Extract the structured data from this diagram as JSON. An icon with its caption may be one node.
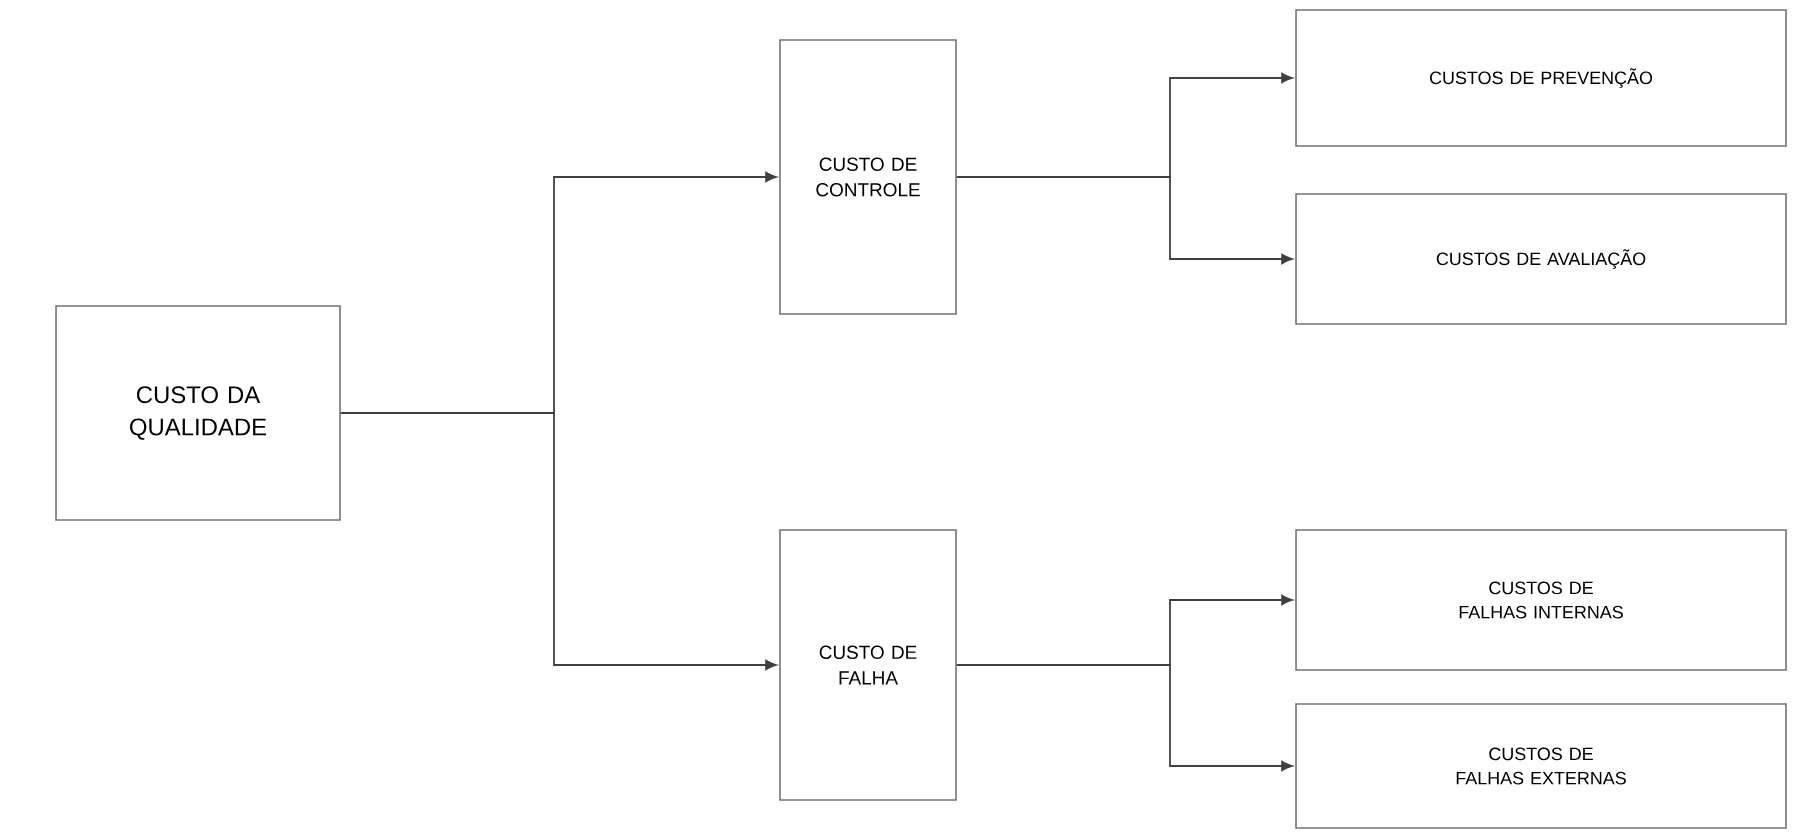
{
  "diagram": {
    "nodes": [
      {
        "text": [
          "CUSTO DA QUALIDADE"
        ]
      },
      {
        "text": [
          "CUSTO DE CONTROLE"
        ]
      },
      {
        "text": [
          "CUSTO DE FALHA"
        ]
      },
      {
        "text": [
          "CUSTOS DE PREVENÇÃO"
        ]
      },
      {
        "text": [
          "CUSTOS DE AVALIAÇÃO"
        ]
      },
      {
        "text": [
          "CUSTOS DE FALHAS INTERNAS"
        ]
      },
      {
        "text": [
          "CUSTOS DE FALHAS EXTERNAS"
        ]
      }
    ],
    "edges": [
      {
        "from": 0,
        "to": 1,
        "arrow": "to"
      },
      {
        "from": 0,
        "to": 2,
        "arrow": "to"
      },
      {
        "from": 1,
        "to": 3,
        "arrow": "to"
      },
      {
        "from": 1,
        "to": 4,
        "arrow": "to"
      },
      {
        "from": 2,
        "to": 5,
        "arrow": "to"
      },
      {
        "from": 2,
        "to": 6,
        "arrow": "to"
      }
    ]
  }
}
